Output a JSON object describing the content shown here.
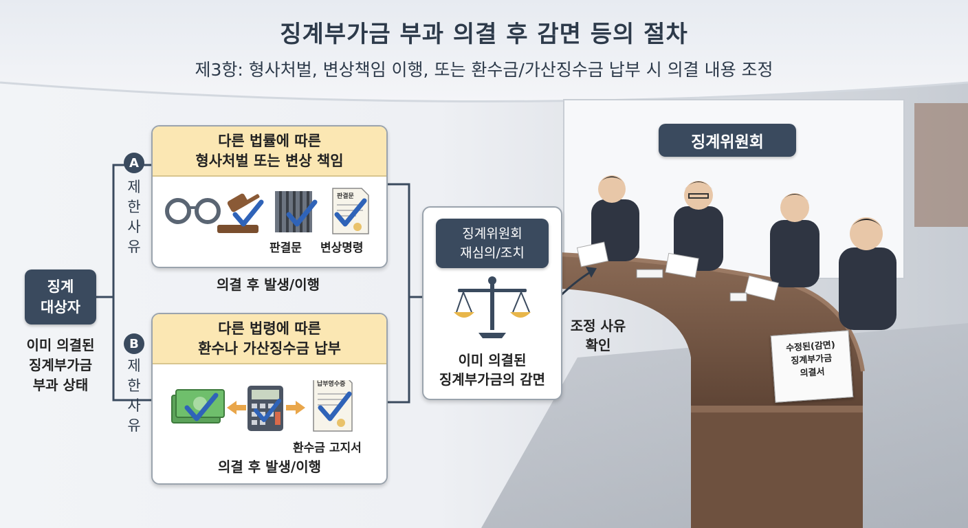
{
  "title": "징계부가금 부과 의결 후 감면 등의 절차",
  "subtitle": "제3항: 형사처벌, 변상책임 이행, 또는 환수금/가산징수금 납부 시 의결 내용 조정",
  "subject": {
    "box_label": "징계\n대상자",
    "status": "이미 의결된\n징계부가금\n부과 상태"
  },
  "reason_a": {
    "badge": "A",
    "side_label": "제한사유",
    "header": "다른 법률에 따른\n형사처벌 또는 변상 책임",
    "doc_label_1": "판결문",
    "doc_label_2": "변상명령",
    "doc_tag": "판결문",
    "footer": "의결 후 발생/이행"
  },
  "reason_b": {
    "badge": "B",
    "side_label": "제한사유",
    "header": "다른 법령에 따른\n환수나 가산징수금 납부",
    "doc_label": "환수금 고지서",
    "doc_tag": "납부영수증",
    "footer": "의결 후 발생/이행"
  },
  "committee_action": {
    "box_label": "징계위원회\n재심의/조치",
    "result": "이미 의결된\n징계부가금의 감면"
  },
  "adjust_label": "조정 사유\n확인",
  "committee_room": {
    "label": "징계위원회",
    "resolution_doc": "수정된(감면)\n징계부가금\n의결서"
  },
  "colors": {
    "navy": "#3a4a5e",
    "card_header": "#fbe7b3",
    "check_blue": "#2f63b8",
    "desk": "#7a5a47"
  }
}
